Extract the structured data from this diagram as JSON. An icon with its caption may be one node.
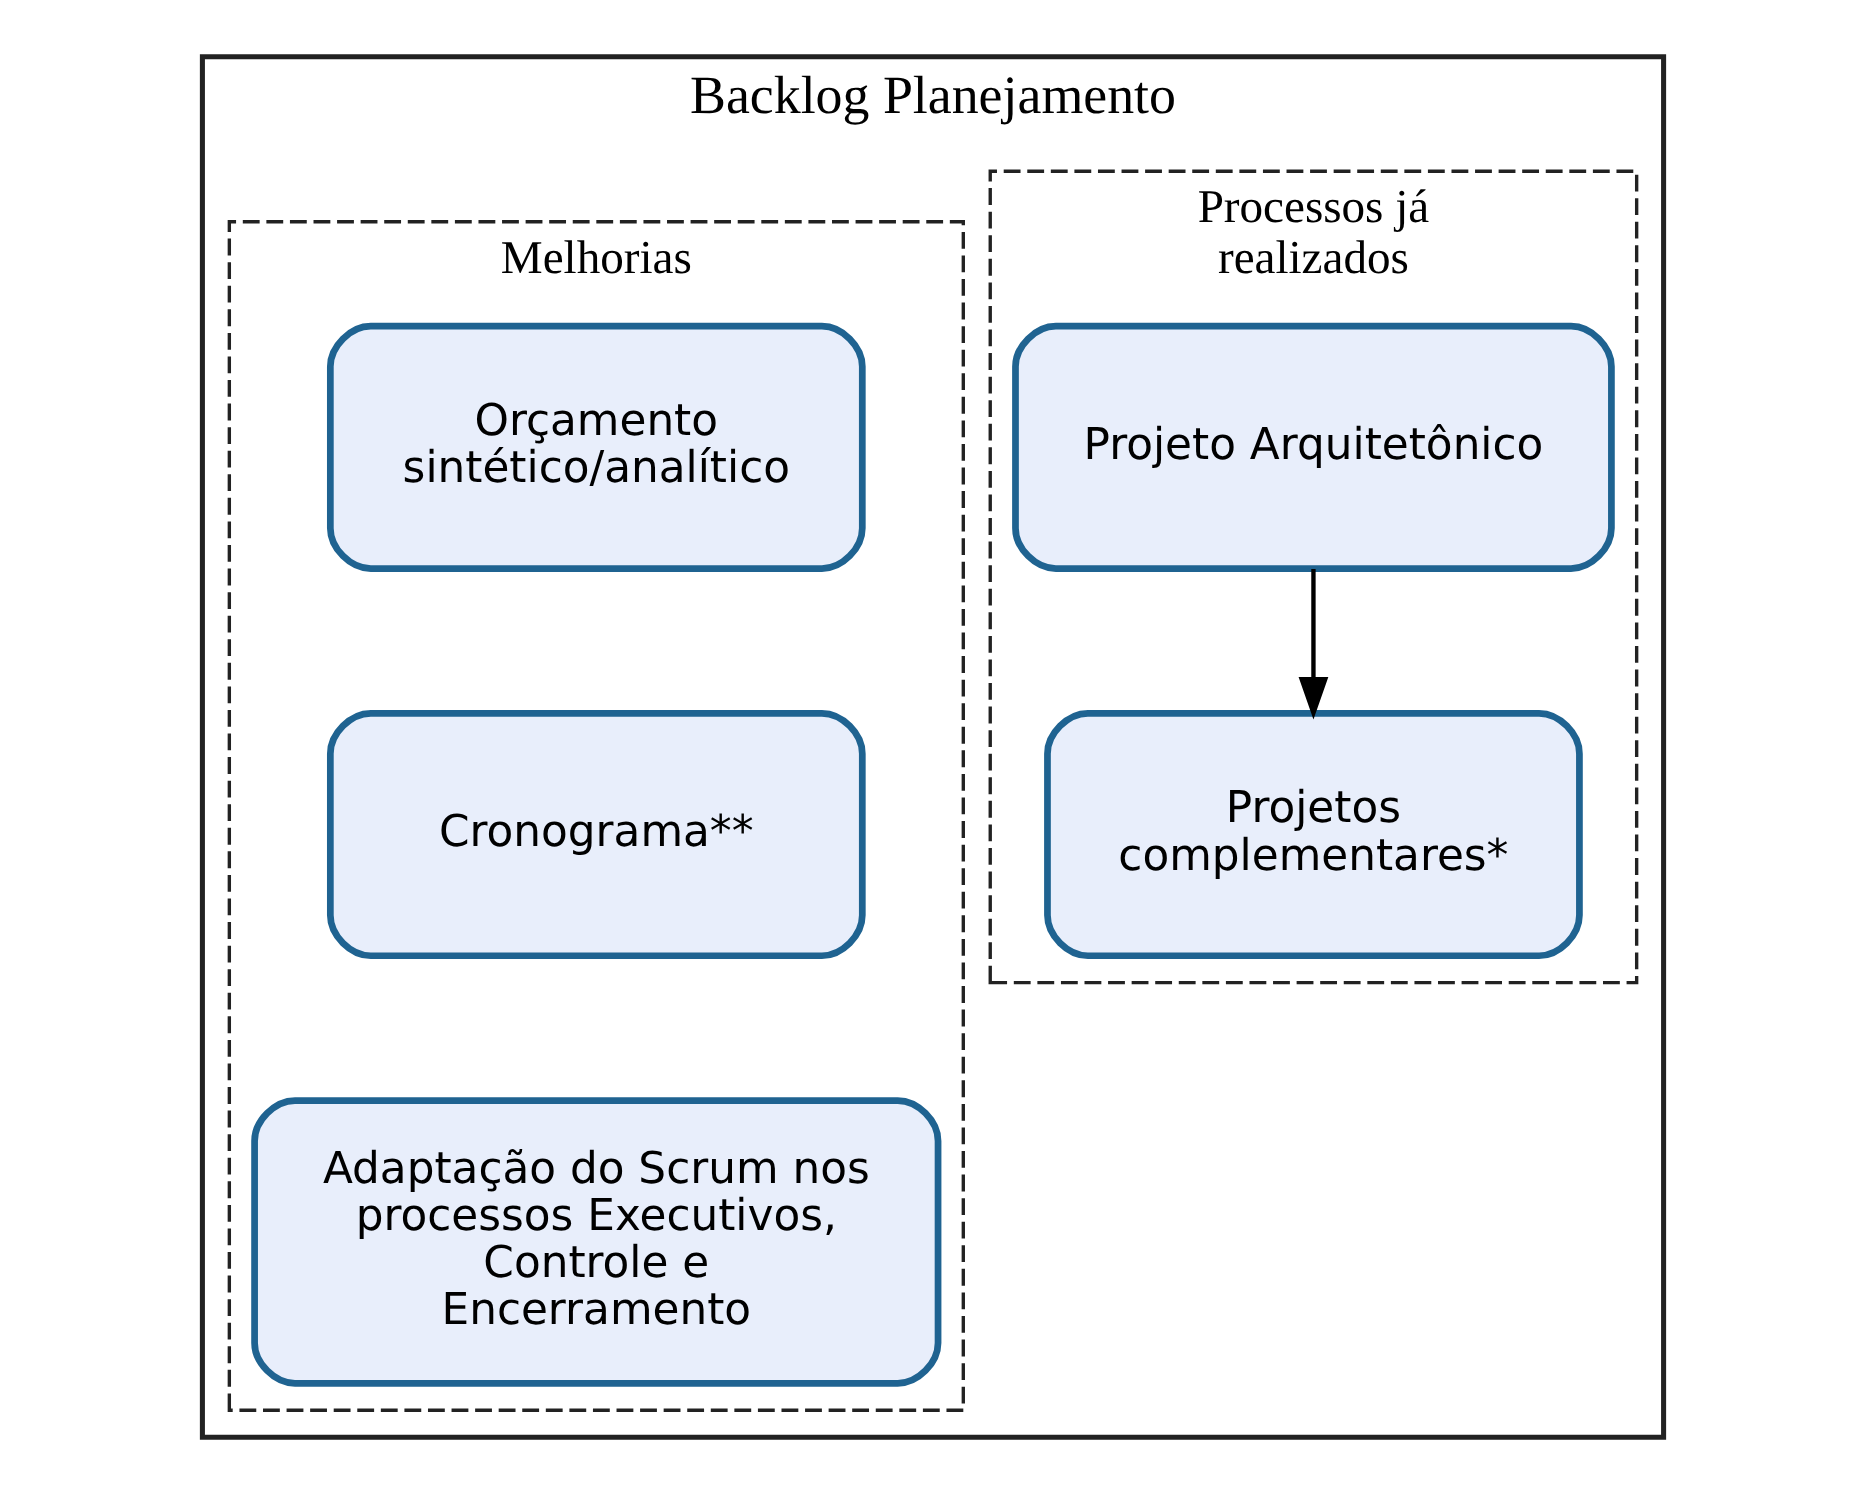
{
  "diagram": {
    "nodes": [
      {
        "text": [
          "Backlog Planejamento"
        ]
      },
      {
        "text": [
          "Processos já realizados"
        ],
        "in": 0
      },
      {
        "text": [
          "Projeto Arquitetônico"
        ],
        "in": 1
      },
      {
        "text": [
          "Projetos complementares*"
        ],
        "in": 1
      },
      {
        "text": [
          "Melhorias"
        ],
        "in": 0
      },
      {
        "text": [
          "Orçamento sintético/analítico"
        ],
        "in": 4
      },
      {
        "text": [
          "Cronograma**"
        ],
        "in": 4
      },
      {
        "text": [
          "Adaptação do Scrum nos processos Executivos, Controle e Encerramento"
        ],
        "in": 4
      }
    ],
    "edges": [
      {
        "from": 2,
        "to": 3,
        "arrow": "to"
      }
    ]
  }
}
